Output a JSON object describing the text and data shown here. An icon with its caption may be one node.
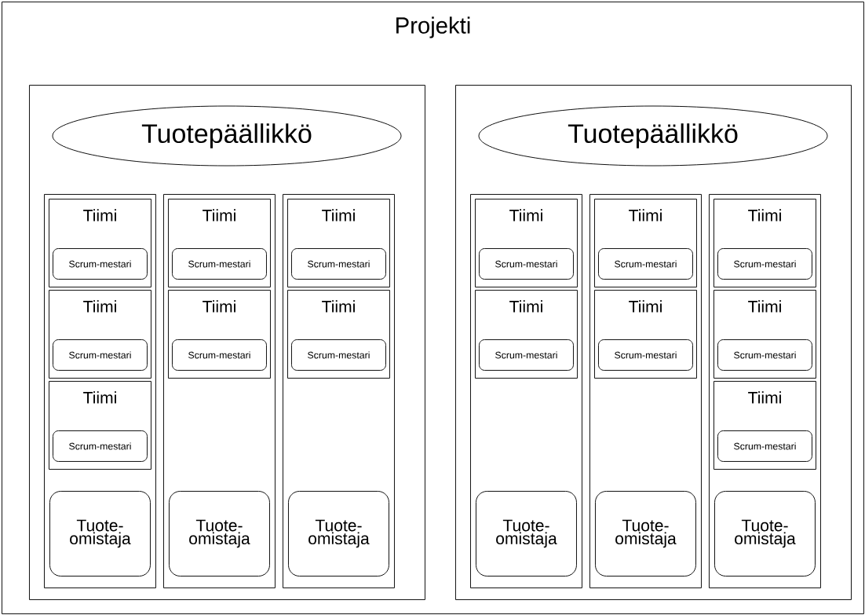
{
  "diagram": {
    "nodes": [
      {
        "text": [
          "Projekti"
        ]
      },
      {
        "text": [],
        "shape": "box",
        "in": 0
      },
      {
        "text": [
          "Tuotepäällikkö"
        ],
        "in": 1
      },
      {
        "text": [],
        "shape": "box",
        "in": 1
      },
      {
        "text": [
          "Tiimi"
        ],
        "in": 3
      },
      {
        "text": [
          "Scrum-mestari"
        ],
        "in": 4
      },
      {
        "text": [
          "Tiimi"
        ],
        "in": 3
      },
      {
        "text": [
          "Scrum-mestari"
        ],
        "in": 6
      },
      {
        "text": [
          "Tiimi"
        ],
        "in": 3
      },
      {
        "text": [
          "Scrum-mestari"
        ],
        "in": 8
      },
      {
        "text": [
          "Tuote-omistaja"
        ],
        "in": 3
      },
      {
        "text": [],
        "shape": "box",
        "in": 1
      },
      {
        "text": [
          "Tiimi"
        ],
        "in": 11
      },
      {
        "text": [
          "Scrum-mestari"
        ],
        "in": 12
      },
      {
        "text": [
          "Tiimi"
        ],
        "in": 11
      },
      {
        "text": [
          "Scrum-mestari"
        ],
        "in": 14
      },
      {
        "text": [
          "Tuote-omistaja"
        ],
        "in": 11
      },
      {
        "text": [],
        "shape": "box",
        "in": 1
      },
      {
        "text": [
          "Tiimi"
        ],
        "in": 17
      },
      {
        "text": [
          "Scrum-mestari"
        ],
        "in": 18
      },
      {
        "text": [
          "Tiimi"
        ],
        "in": 17
      },
      {
        "text": [
          "Scrum-mestari"
        ],
        "in": 20
      },
      {
        "text": [
          "Tuote-omistaja"
        ],
        "in": 17
      },
      {
        "text": [],
        "shape": "box",
        "in": 0
      },
      {
        "text": [
          "Tuotepäällikkö"
        ],
        "in": 23
      },
      {
        "text": [],
        "shape": "box",
        "in": 23
      },
      {
        "text": [
          "Tiimi"
        ],
        "in": 25
      },
      {
        "text": [
          "Scrum-mestari"
        ],
        "in": 26
      },
      {
        "text": [
          "Tiimi"
        ],
        "in": 25
      },
      {
        "text": [
          "Scrum-mestari"
        ],
        "in": 28
      },
      {
        "text": [
          "Tuote-omistaja"
        ],
        "in": 25
      },
      {
        "text": [],
        "shape": "box",
        "in": 23
      },
      {
        "text": [
          "Tiimi"
        ],
        "in": 31
      },
      {
        "text": [
          "Scrum-mestari"
        ],
        "in": 32
      },
      {
        "text": [
          "Tiimi"
        ],
        "in": 31
      },
      {
        "text": [
          "Scrum-mestari"
        ],
        "in": 34
      },
      {
        "text": [
          "Tuote-omistaja"
        ],
        "in": 31
      },
      {
        "text": [],
        "shape": "box",
        "in": 23
      },
      {
        "text": [
          "Tiimi"
        ],
        "in": 37
      },
      {
        "text": [
          "Scrum-mestari"
        ],
        "in": 38
      },
      {
        "text": [
          "Tiimi"
        ],
        "in": 37
      },
      {
        "text": [
          "Scrum-mestari"
        ],
        "in": 40
      },
      {
        "text": [
          "Tiimi"
        ],
        "in": 37
      },
      {
        "text": [
          "Scrum-mestari"
        ],
        "in": 42
      },
      {
        "text": [
          "Tuote-omistaja"
        ],
        "in": 37
      }
    ]
  }
}
